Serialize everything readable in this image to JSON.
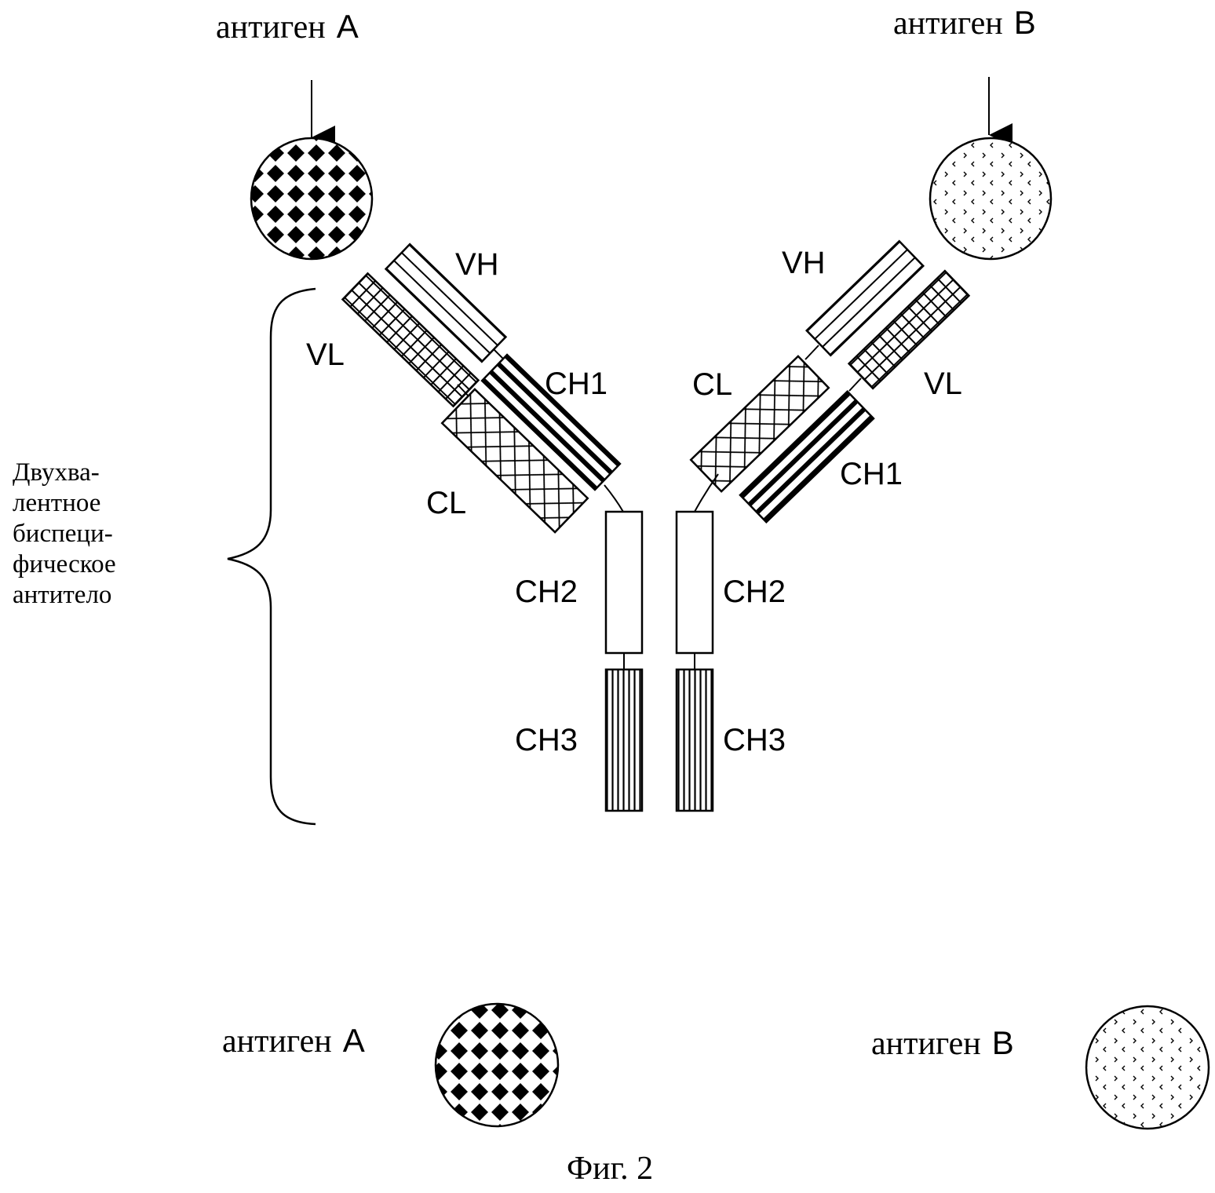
{
  "antigens": {
    "a_label": "антиген",
    "a_letter": "A",
    "b_label": "антиген",
    "b_letter": "B"
  },
  "domains": {
    "vh": "VH",
    "vl": "VL",
    "ch1": "CH1",
    "cl": "CL",
    "ch2": "CH2",
    "ch3": "CH3"
  },
  "brace_label": [
    "Двухва-",
    "лентное",
    "биспеци-",
    "фическое",
    "антитело"
  ],
  "caption": "Фиг. 2",
  "colors": {
    "ink": "#000000",
    "paper": "#ffffff"
  }
}
